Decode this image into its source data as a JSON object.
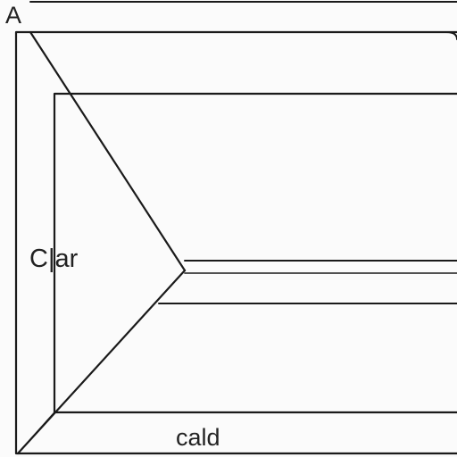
{
  "labels": {
    "corner": "A",
    "left": "C|ar",
    "bottom": "cald"
  },
  "colors": {
    "background": "#fbfbfb",
    "stroke": "#1a1a1a"
  }
}
